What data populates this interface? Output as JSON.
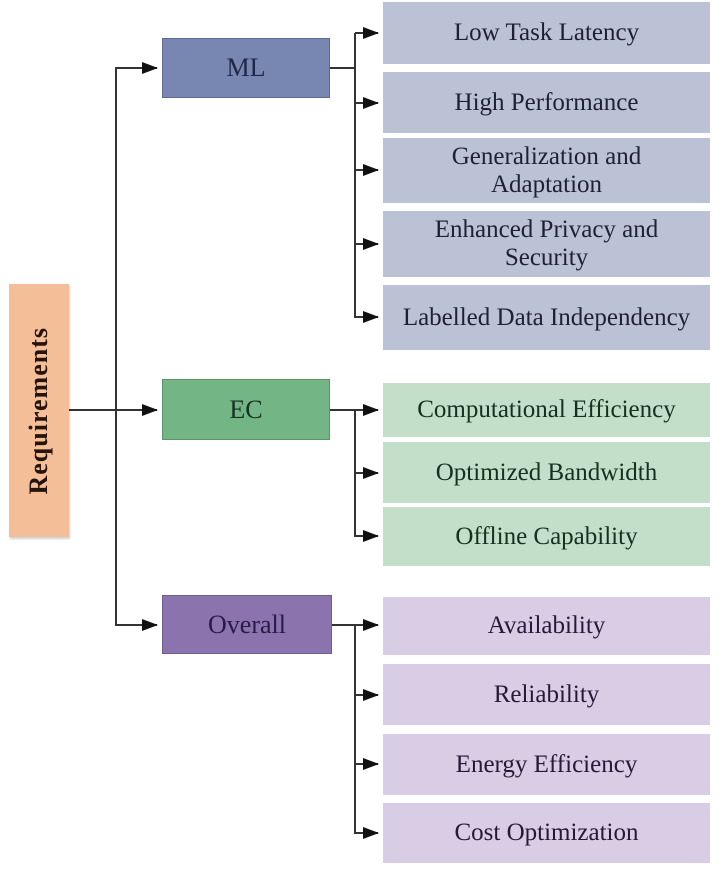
{
  "tree": {
    "root_label": "Requirements",
    "branches": [
      {
        "label": "ML",
        "children": [
          "Low Task Latency",
          "High Performance",
          "Generalization and Adaptation",
          "Enhanced Privacy and Security",
          "Labelled Data Independency"
        ]
      },
      {
        "label": "EC",
        "children": [
          "Computational Efficiency",
          "Optimized Bandwidth",
          "Offline Capability"
        ]
      },
      {
        "label": "Overall",
        "children": [
          "Availability",
          "Reliability",
          "Energy Efficiency",
          "Cost Optimization"
        ]
      }
    ],
    "palette": {
      "background": "#ffffff",
      "root_fill": "#f4be98",
      "ml_fill": "#7886b2",
      "ml_item_fill": "#bcc2d6",
      "ec_fill": "#74b586",
      "ec_item_fill": "#c3dfc9",
      "overall_fill": "#8b74ae",
      "overall_item_fill": "#d9cde5",
      "line_color": "#333333",
      "arrow_color": "#111111"
    }
  }
}
